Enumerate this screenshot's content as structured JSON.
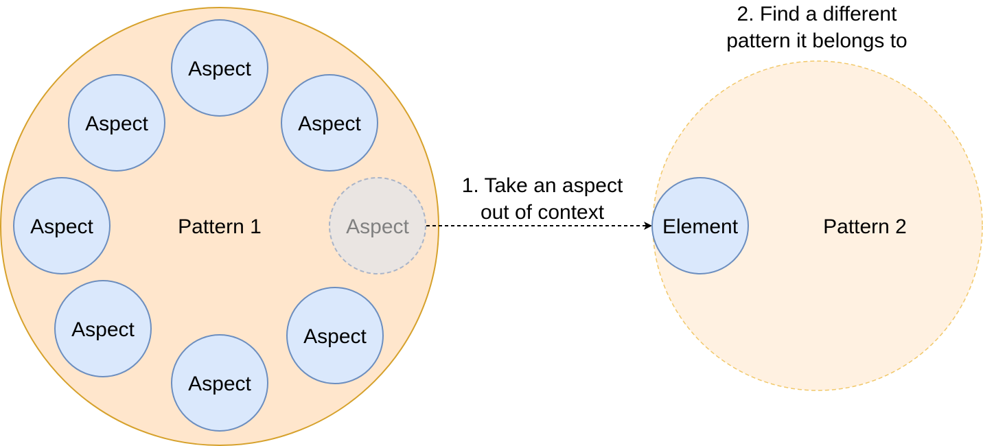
{
  "diagram": {
    "pattern1": {
      "label": "Pattern 1",
      "fill": "#ffe6cc",
      "stroke": "#d6a12b"
    },
    "pattern2": {
      "label": "Pattern 2",
      "fill": "#fff1e1",
      "stroke": "#f1c86a"
    },
    "aspect_style": {
      "fill": "#dae8fc",
      "stroke": "#6c8ebf"
    },
    "faded_aspect_style": {
      "fill": "#eae5e2",
      "stroke": "#a9b4c8"
    },
    "aspects": [
      {
        "label": "Aspect"
      },
      {
        "label": "Aspect"
      },
      {
        "label": "Aspect"
      },
      {
        "label": "Aspect"
      },
      {
        "label": "Aspect"
      },
      {
        "label": "Aspect"
      },
      {
        "label": "Aspect"
      }
    ],
    "removed_aspect": {
      "label": "Aspect"
    },
    "element": {
      "label": "Element"
    },
    "step1": {
      "line1": "1. Take an aspect",
      "line2": "out of context"
    },
    "step2": {
      "line1": "2. Find a different",
      "line2": "pattern it belongs to"
    }
  }
}
